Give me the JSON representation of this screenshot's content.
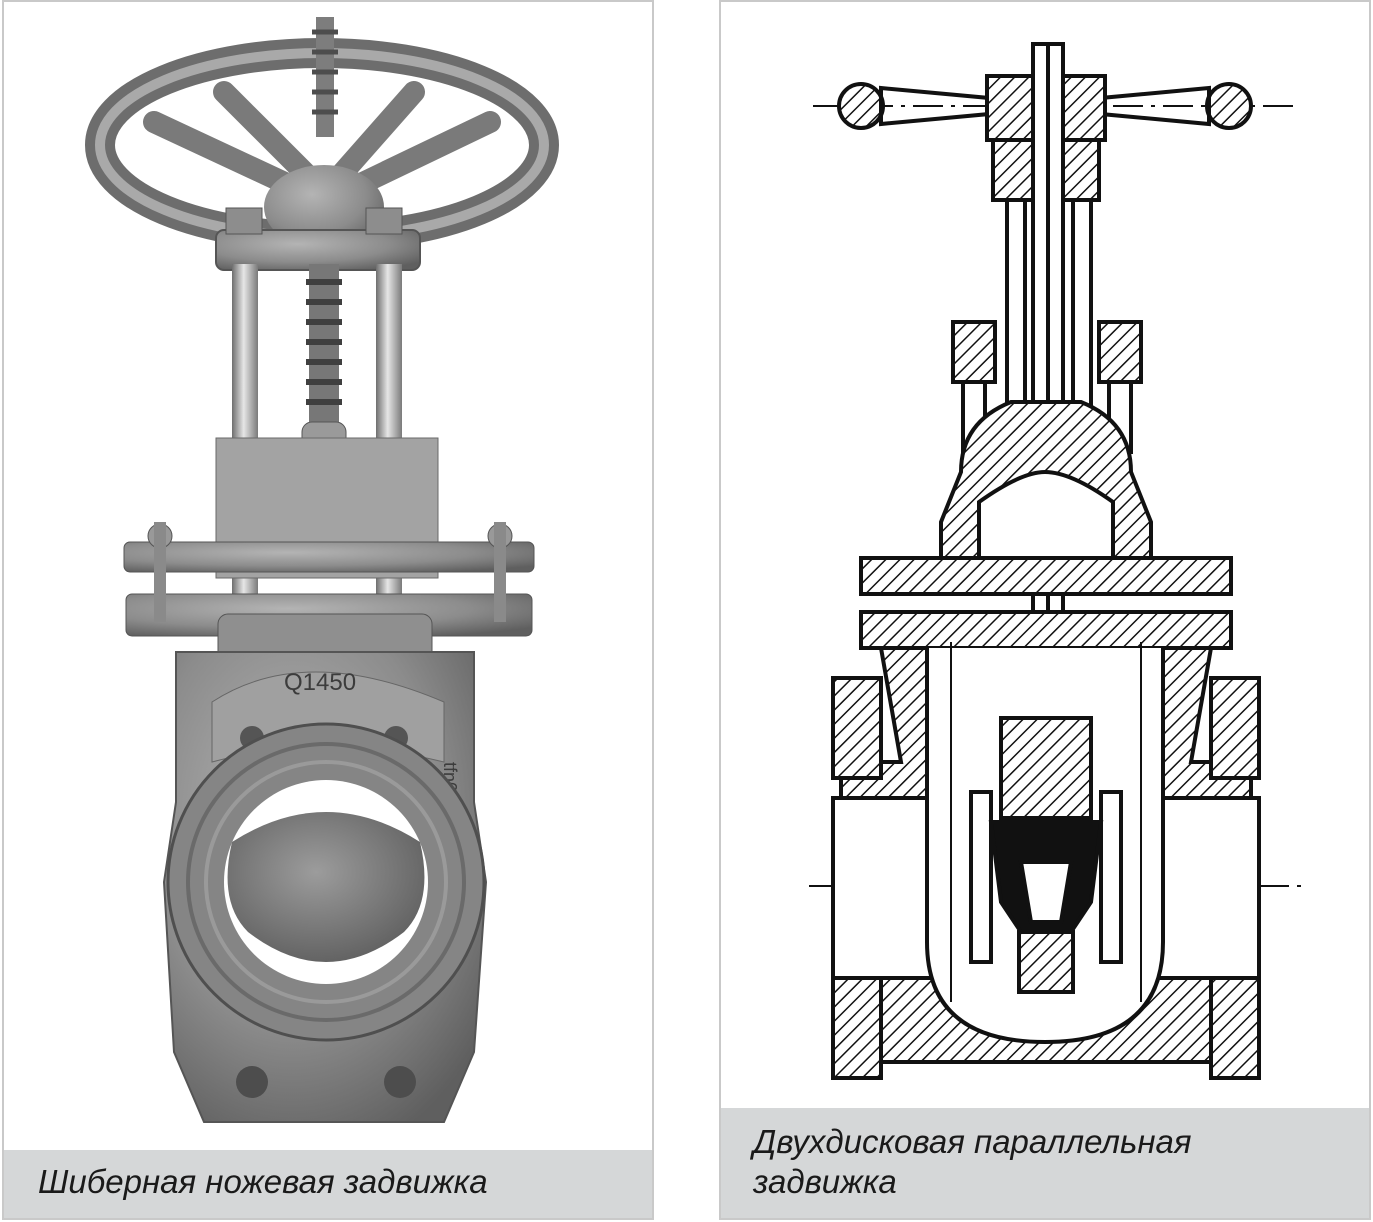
{
  "panels": [
    {
      "caption": "Шиберная ножевая задвижка",
      "body_marking": "Q1450",
      "side_marking": "tfn0"
    },
    {
      "caption_line1": "Двухдисковая параллельная",
      "caption_line2": "задвижка"
    }
  ],
  "colors": {
    "panel_border": "#c9c9c9",
    "caption_bg": "#d5d7d8",
    "metal": "#8e8e8e",
    "drawing_ink": "#111111"
  }
}
